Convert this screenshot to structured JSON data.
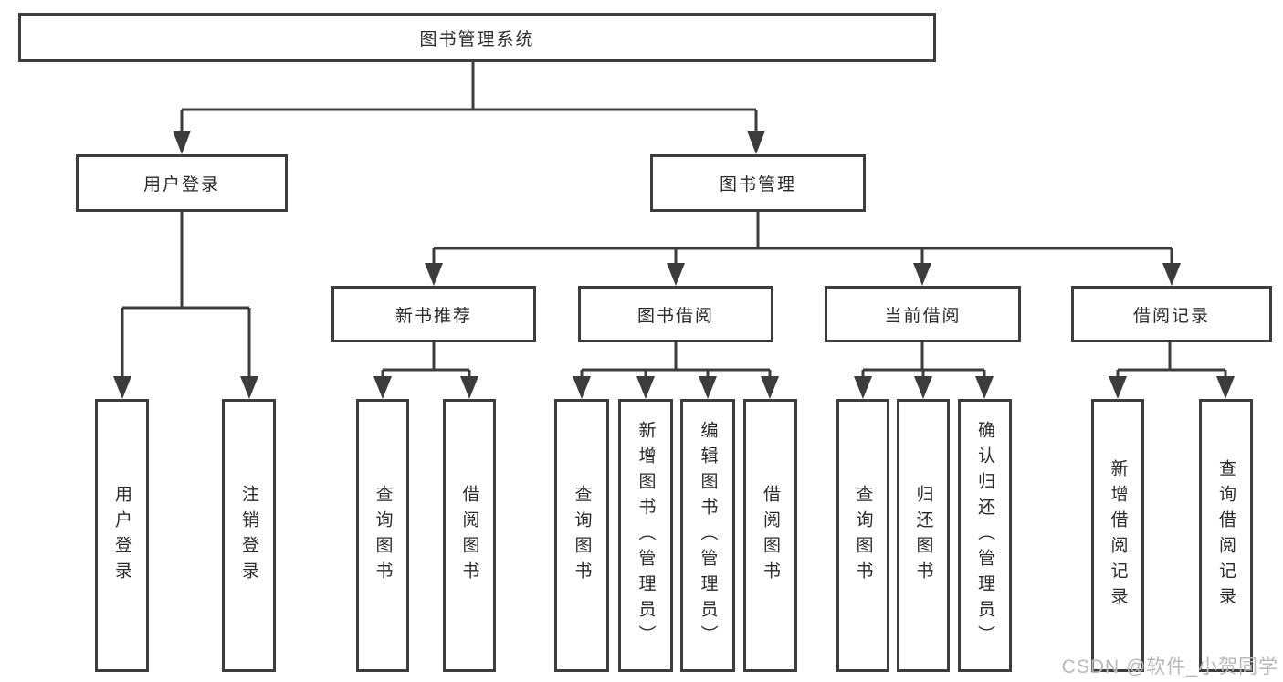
{
  "nodes": {
    "root": "图书管理系统",
    "user_login": "用户登录",
    "book_mgmt": "图书管理",
    "new_books": "新书推荐",
    "book_borrow": "图书借阅",
    "current_borrow": "当前借阅",
    "borrow_records": "借阅记录",
    "leaves": {
      "user_login": "用户登录",
      "logout": "注销登录",
      "nb_query": "查询图书",
      "nb_borrow": "借阅图书",
      "bb_query": "查询图书",
      "bb_add": "新增图书（管理员）",
      "bb_edit": "编辑图书（管理员）",
      "bb_borrow": "借阅图书",
      "cb_query": "查询图书",
      "cb_return": "归还图书",
      "cb_confirm": "确认归还（管理员）",
      "br_add": "新增借阅记录",
      "br_query": "查询借阅记录"
    }
  },
  "watermark": "CSDN @软件_小贺同学",
  "colors": {
    "line": "#3c3c3c",
    "border": "#3d3d3d",
    "text": "#2b2b2b",
    "watermark": "#b9b9b9",
    "background": "#ffffff"
  }
}
